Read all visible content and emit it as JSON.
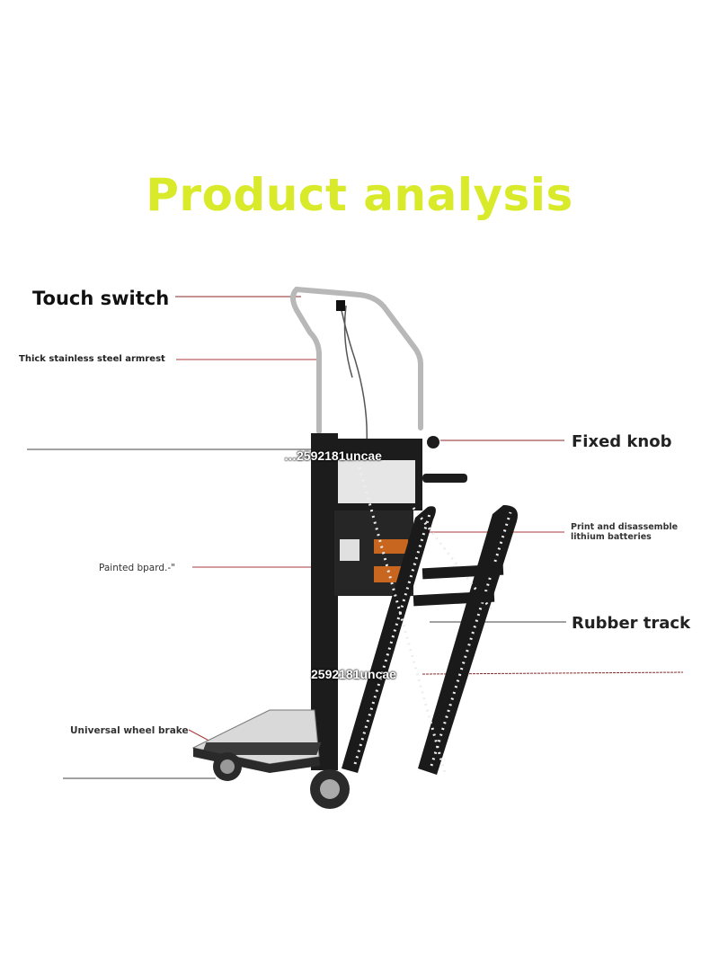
{
  "title": {
    "text": "Product analysis",
    "color": "#d8ea2a"
  },
  "labels": {
    "touch_switch": "Touch switch",
    "armrest": "Thick stainless steel armrest",
    "fixed_knob": "Fixed knob",
    "batteries": "Print and disassemble\nlithium batteries",
    "painted_board": "Painted bpard.-\"",
    "rubber_track": "Rubber track",
    "wheel_brake": "Universal wheel brake"
  },
  "watermark": {
    "text_top": "…2592181uncae",
    "text_bottom": "2592181uncae"
  },
  "colors": {
    "leader_line": "#8a2a2a",
    "frame": "#1c1c1c",
    "steel": "#b8b8b8",
    "platform": "#d9d9d9",
    "battery": "#c8651e"
  }
}
